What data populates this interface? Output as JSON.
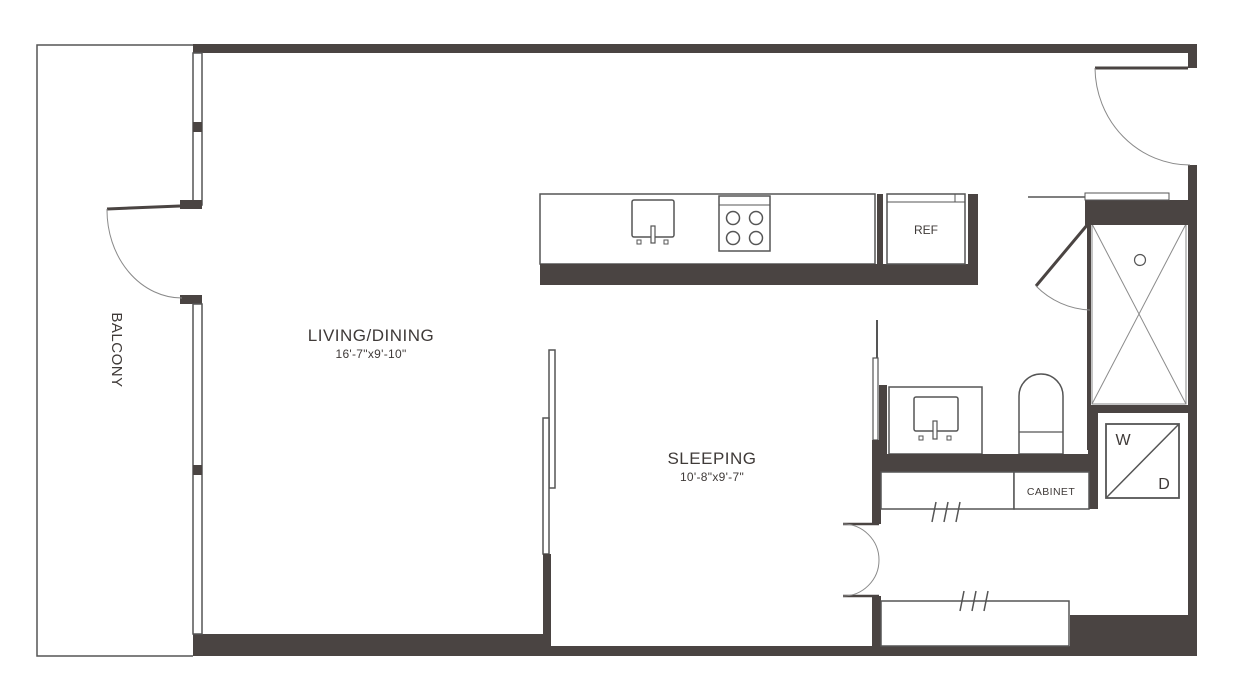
{
  "colors": {
    "wall": "#4a4442",
    "line": "#555555",
    "thin": "#8a8a8a",
    "text": "#3f3a38",
    "background": "#ffffff"
  },
  "rooms": {
    "living_dining": {
      "name": "LIVING/DINING",
      "dimensions": "16'-7\"x9'-10\""
    },
    "sleeping": {
      "name": "SLEEPING",
      "dimensions": "10'-8\"x9'-7\""
    },
    "balcony": {
      "name": "BALCONY"
    }
  },
  "fixtures": {
    "refrigerator": "REF",
    "cabinet": "CABINET",
    "washer": "W",
    "dryer": "D"
  },
  "icons": [
    "kitchen-sink-icon",
    "cooktop-icon",
    "bath-sink-icon",
    "toilet-icon",
    "shower-icon",
    "washer-dryer-icon",
    "door-swing-icon"
  ]
}
